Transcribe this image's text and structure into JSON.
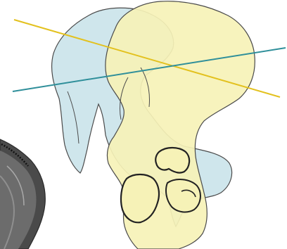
{
  "illustration": {
    "colors": {
      "background": "#ffffff",
      "pelvis_blue_fill": "#cfe6ec",
      "pelvis_yellow_fill": "#f6f2b7",
      "outline": "#4a4a4a",
      "outline_thick": "#222222",
      "line_yellow": "#e3c11e",
      "line_teal": "#2f8f9a",
      "device_dark": "#3f3f3f",
      "device_mid": "#6a6a6a",
      "device_light": "#9a9a9a"
    },
    "lines": [
      {
        "name": "yellow-reference-line",
        "color_key": "line_yellow"
      },
      {
        "name": "teal-reference-line",
        "color_key": "line_teal"
      }
    ]
  }
}
